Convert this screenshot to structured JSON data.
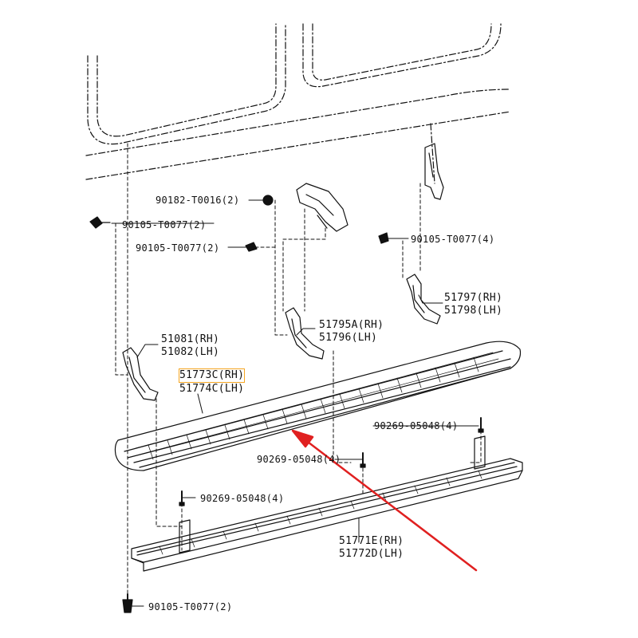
{
  "colors": {
    "line": "#111111",
    "arrow": "#e02020",
    "highlight": "#f5a623"
  },
  "labels": {
    "p1": "90182-T0016(2)",
    "p2": "90105-T0077(2)",
    "p3": "90105-T0077(2)",
    "p4": "90105-T0077(4)",
    "p5": "51797(RH)",
    "p6": "51798(LH)",
    "p7": "51795A(RH)",
    "p8": "51796(LH)",
    "p9": "51081(RH)",
    "p10": "51082(LH)",
    "p11": "51773C(RH)",
    "p12": "51774C(LH)",
    "p13": "90269-05048(4)",
    "p14": "90269-05048(4)",
    "p15": "90269-05048(4)",
    "p16": "51771E(RH)",
    "p17": "51772D(LH)",
    "p18": "90105-T0077(2)"
  }
}
